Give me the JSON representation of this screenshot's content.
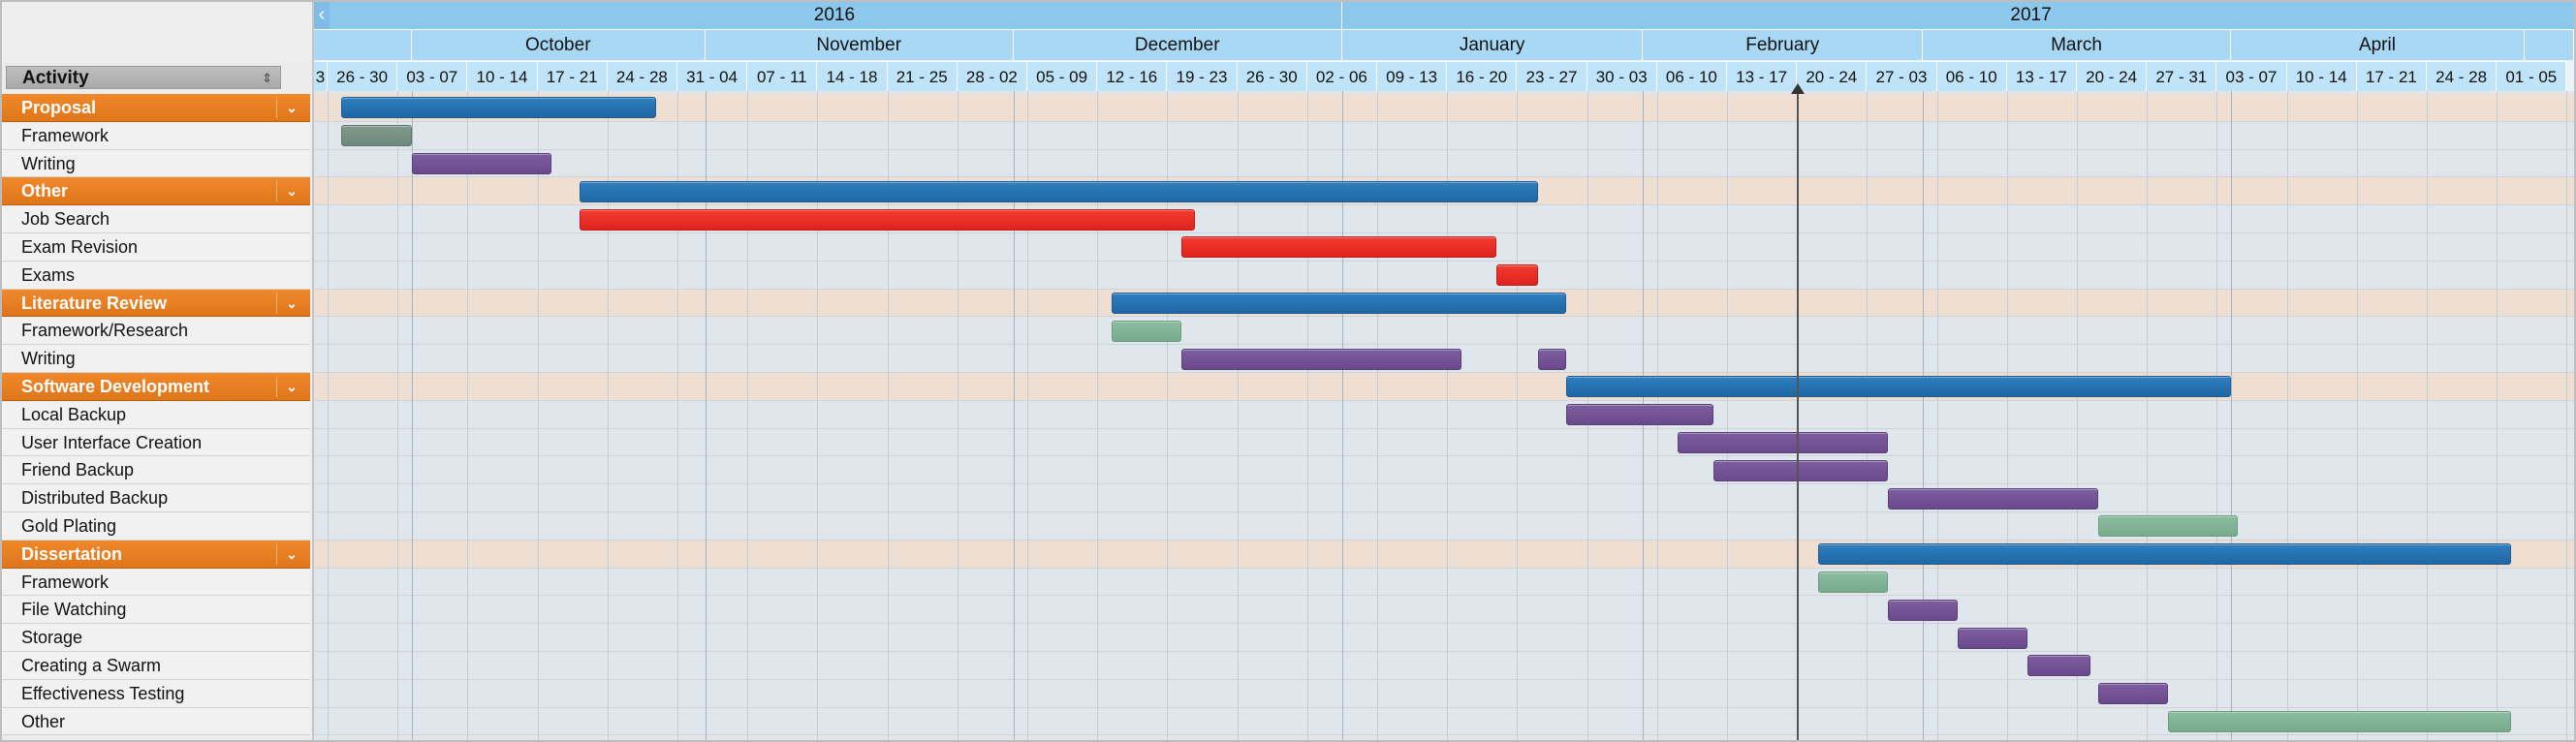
{
  "activity_column": {
    "header": "Activity",
    "sort_icon": "sort-icon"
  },
  "rows": [
    {
      "label": "Proposal",
      "type": "group"
    },
    {
      "label": "Framework",
      "type": "task"
    },
    {
      "label": "Writing",
      "type": "task"
    },
    {
      "label": "Other",
      "type": "group"
    },
    {
      "label": "Job Search",
      "type": "task"
    },
    {
      "label": "Exam Revision",
      "type": "task"
    },
    {
      "label": "Exams",
      "type": "task"
    },
    {
      "label": "Literature Review",
      "type": "group"
    },
    {
      "label": "Framework/Research",
      "type": "task"
    },
    {
      "label": "Writing",
      "type": "task"
    },
    {
      "label": "Software Development",
      "type": "group"
    },
    {
      "label": "Local Backup",
      "type": "task"
    },
    {
      "label": "User Interface Creation",
      "type": "task"
    },
    {
      "label": "Friend Backup",
      "type": "task"
    },
    {
      "label": "Distributed Backup",
      "type": "task"
    },
    {
      "label": "Gold Plating",
      "type": "task"
    },
    {
      "label": "Dissertation",
      "type": "group"
    },
    {
      "label": "Framework",
      "type": "task"
    },
    {
      "label": "File Watching",
      "type": "task"
    },
    {
      "label": "Storage",
      "type": "task"
    },
    {
      "label": "Creating a Swarm",
      "type": "task"
    },
    {
      "label": "Effectiveness Testing",
      "type": "task"
    },
    {
      "label": "Other",
      "type": "task"
    }
  ],
  "timeline": {
    "scroll_left_glyph": "‹",
    "years": [
      {
        "label": "2016",
        "start_week": 0,
        "end_week": 14.5
      },
      {
        "label": "2017",
        "start_week": 14.5,
        "end_week": 34.2
      }
    ],
    "months": [
      {
        "label": "October",
        "start_week": 1.2,
        "end_week": 5.4
      },
      {
        "label": "November",
        "start_week": 5.4,
        "end_week": 9.8
      },
      {
        "label": "December",
        "start_week": 9.8,
        "end_week": 14.5
      },
      {
        "label": "January",
        "start_week": 14.5,
        "end_week": 18.8
      },
      {
        "label": "February",
        "start_week": 18.8,
        "end_week": 22.8
      },
      {
        "label": "March",
        "start_week": 22.8,
        "end_week": 27.2
      },
      {
        "label": "April",
        "start_week": 27.2,
        "end_week": 31.4
      }
    ],
    "weeks": [
      "26 - 30",
      "03 - 07",
      "10 - 14",
      "17 - 21",
      "24 - 28",
      "31 - 04",
      "07 - 11",
      "14 - 18",
      "21 - 25",
      "28 - 02",
      "05 - 09",
      "12 - 16",
      "19 - 23",
      "26 - 30",
      "02 - 06",
      "09 - 13",
      "16 - 20",
      "23 - 27",
      "30 - 03",
      "06 - 10",
      "13 - 17",
      "20 - 24",
      "27 - 03",
      "06 - 10",
      "13 - 17",
      "20 - 24",
      "27 - 31",
      "03 - 07",
      "10 - 14",
      "17 - 21",
      "24 - 28",
      "01 - 05"
    ],
    "first_partial_week_label": "3",
    "today_week": 21.0,
    "colors": {
      "summary": "#2a78b8",
      "purple": "#735396",
      "red": "#ea2d25",
      "green": "#84b596",
      "gray": "#779282",
      "group_band": "#efdfd3",
      "group_label": "#ea7f22",
      "header_year": "#8cc8ec",
      "header_month": "#a9d8f4",
      "header_week": "#bfe3f8"
    }
  },
  "bars": [
    {
      "row": 0,
      "start": 0.2,
      "end": 4.7,
      "kind": "summary"
    },
    {
      "row": 1,
      "start": 0.2,
      "end": 1.2,
      "kind": "gray"
    },
    {
      "row": 2,
      "start": 1.2,
      "end": 3.2,
      "kind": "purple"
    },
    {
      "row": 3,
      "start": 3.6,
      "end": 17.3,
      "kind": "summary"
    },
    {
      "row": 4,
      "start": 3.6,
      "end": 12.4,
      "kind": "red"
    },
    {
      "row": 5,
      "start": 12.2,
      "end": 16.7,
      "kind": "red"
    },
    {
      "row": 6,
      "start": 16.7,
      "end": 17.3,
      "kind": "red"
    },
    {
      "row": 7,
      "start": 11.2,
      "end": 17.7,
      "kind": "summary"
    },
    {
      "row": 8,
      "start": 11.2,
      "end": 12.2,
      "kind": "green"
    },
    {
      "row": 9,
      "start": 12.2,
      "end": 16.2,
      "kind": "purple"
    },
    {
      "row": 9,
      "start": 17.3,
      "end": 17.7,
      "kind": "purple"
    },
    {
      "row": 10,
      "start": 17.7,
      "end": 27.2,
      "kind": "summary"
    },
    {
      "row": 11,
      "start": 17.7,
      "end": 19.8,
      "kind": "purple"
    },
    {
      "row": 12,
      "start": 19.3,
      "end": 22.3,
      "kind": "purple"
    },
    {
      "row": 13,
      "start": 19.8,
      "end": 22.3,
      "kind": "purple"
    },
    {
      "row": 14,
      "start": 22.3,
      "end": 25.3,
      "kind": "purple"
    },
    {
      "row": 15,
      "start": 25.3,
      "end": 27.3,
      "kind": "green"
    },
    {
      "row": 16,
      "start": 21.3,
      "end": 31.2,
      "kind": "summary"
    },
    {
      "row": 17,
      "start": 21.3,
      "end": 22.3,
      "kind": "green"
    },
    {
      "row": 18,
      "start": 22.3,
      "end": 23.3,
      "kind": "purple"
    },
    {
      "row": 19,
      "start": 23.3,
      "end": 24.3,
      "kind": "purple"
    },
    {
      "row": 20,
      "start": 24.3,
      "end": 25.2,
      "kind": "purple"
    },
    {
      "row": 21,
      "start": 25.3,
      "end": 26.3,
      "kind": "purple"
    },
    {
      "row": 22,
      "start": 26.3,
      "end": 31.2,
      "kind": "green"
    }
  ]
}
